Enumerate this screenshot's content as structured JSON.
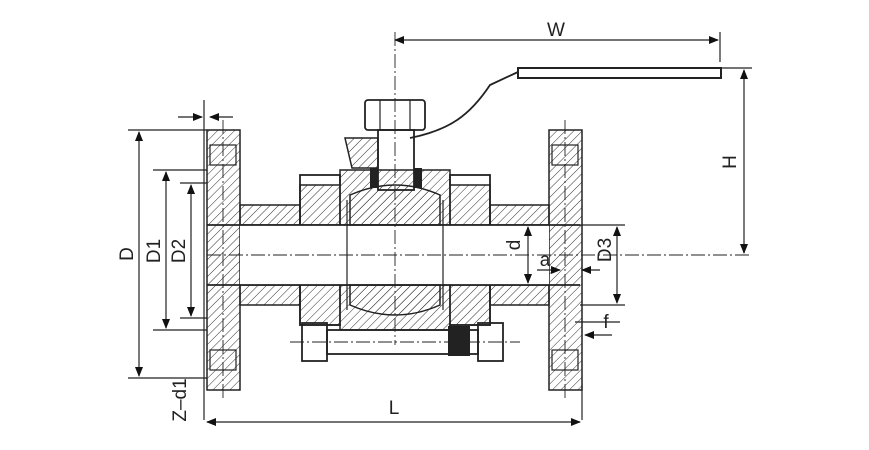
{
  "labels": {
    "W": "W",
    "H": "H",
    "D": "D",
    "D1": "D1",
    "D2": "D2",
    "d": "d",
    "a": "a",
    "D3": "D3",
    "f": "f",
    "Z_d1": "Z–d1",
    "L": "L"
  }
}
